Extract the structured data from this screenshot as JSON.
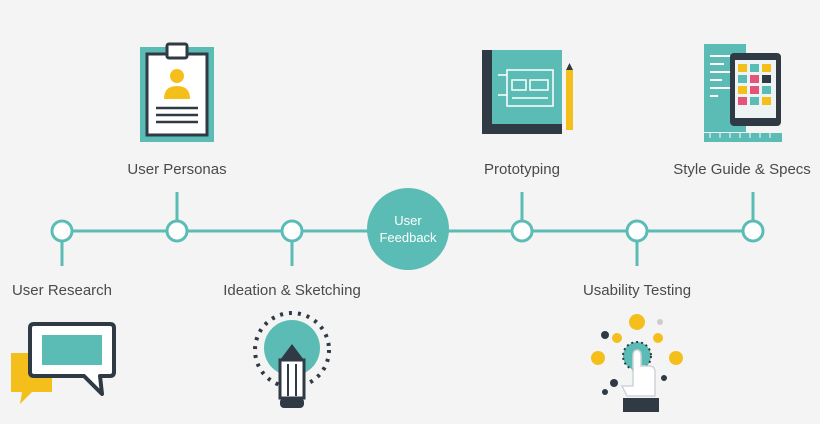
{
  "colors": {
    "teal": "#5bbcb5",
    "dark": "#2f3a45",
    "yellow": "#f5bf1b",
    "background": "#f4f4f4"
  },
  "center": {
    "line1": "User",
    "line2": "Feedback"
  },
  "steps": [
    {
      "label": "User Research",
      "icon": "chat-bubbles-icon"
    },
    {
      "label": "User Personas",
      "icon": "clipboard-persona-icon"
    },
    {
      "label": "Ideation & Sketching",
      "icon": "lightbulb-pencil-icon"
    },
    {
      "label": "Prototyping",
      "icon": "blueprint-icon"
    },
    {
      "label": "Usability Testing",
      "icon": "touch-test-icon"
    },
    {
      "label": "Style Guide & Specs",
      "icon": "tablet-style-guide-icon"
    }
  ]
}
